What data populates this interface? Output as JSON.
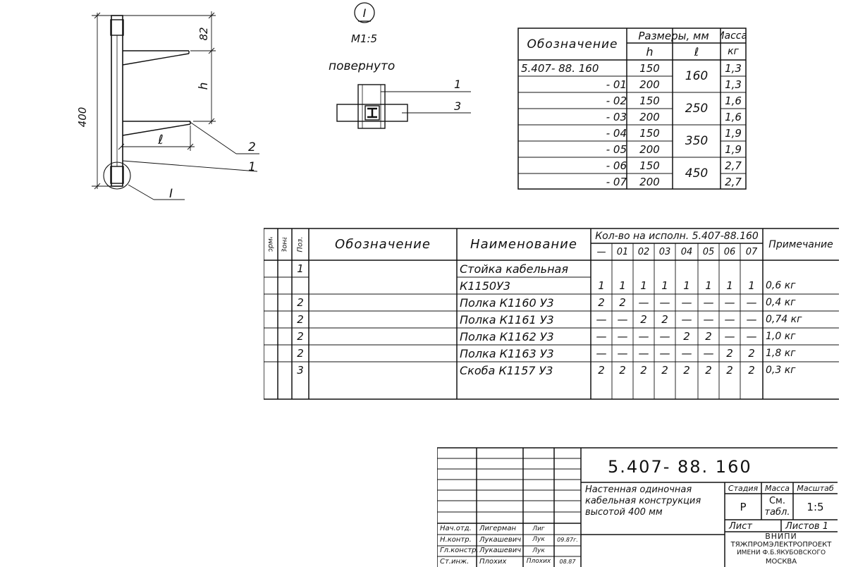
{
  "drawing": {
    "view_marker": "I",
    "scale_label": "M1:5",
    "rotated_label": "повернуто",
    "dim_total": "400",
    "dim_top": "82",
    "dim_h": "h",
    "dim_l": "ℓ",
    "pos_2": "2",
    "pos_1": "1",
    "detail_marker": "I",
    "detail_pos_1": "1",
    "detail_pos_3": "3"
  },
  "sizes_table": {
    "headers": {
      "designation": "Обозначение",
      "sizes": "Размеры, мм",
      "h": "h",
      "l": "ℓ",
      "mass": "Масса,",
      "mass_unit": "кг"
    },
    "rows": [
      {
        "designation": "5.407- 88. 160",
        "h": "150",
        "mass": "1,3"
      },
      {
        "designation": "- 01",
        "h": "200",
        "mass": "1,3"
      },
      {
        "designation": "- 02",
        "h": "150",
        "mass": "1,6"
      },
      {
        "designation": "- 03",
        "h": "200",
        "mass": "1,6"
      },
      {
        "designation": "- 04",
        "h": "150",
        "mass": "1,9"
      },
      {
        "designation": "- 05",
        "h": "200",
        "mass": "1,9"
      },
      {
        "designation": "- 06",
        "h": "150",
        "mass": "2,7"
      },
      {
        "designation": "- 07",
        "h": "200",
        "mass": "2,7"
      }
    ],
    "l_values": [
      "160",
      "250",
      "350",
      "450"
    ]
  },
  "spec_table": {
    "headers": {
      "format": "Формат",
      "zone": "Зона",
      "pos": "Поз.",
      "designation": "Обозначение",
      "name": "Наименование",
      "qty": "Кол-во на исполн. 5.407-88.160",
      "note": "Примечание"
    },
    "variants": [
      "—",
      "01",
      "02",
      "03",
      "04",
      "05",
      "06",
      "07"
    ],
    "rows": [
      {
        "pos": "1",
        "name": "Стойка кабельная",
        "qty": [
          "",
          "",
          "",
          "",
          "",
          "",
          "",
          ""
        ],
        "note": ""
      },
      {
        "pos": "",
        "name": "К1150У3",
        "qty": [
          "1",
          "1",
          "1",
          "1",
          "1",
          "1",
          "1",
          "1"
        ],
        "note": "0,6 кг"
      },
      {
        "pos": "2",
        "name": "Полка К1160 У3",
        "qty": [
          "2",
          "2",
          "—",
          "—",
          "—",
          "—",
          "—",
          "—"
        ],
        "note": "0,4 кг"
      },
      {
        "pos": "2",
        "name": "Полка К1161 У3",
        "qty": [
          "—",
          "—",
          "2",
          "2",
          "—",
          "—",
          "—",
          "—"
        ],
        "note": "0,74 кг"
      },
      {
        "pos": "2",
        "name": "Полка К1162 У3",
        "qty": [
          "—",
          "—",
          "—",
          "—",
          "2",
          "2",
          "—",
          "—"
        ],
        "note": "1,0 кг"
      },
      {
        "pos": "2",
        "name": "Полка К1163 У3",
        "qty": [
          "—",
          "—",
          "—",
          "—",
          "—",
          "—",
          "2",
          "2"
        ],
        "note": "1,8 кг"
      },
      {
        "pos": "3",
        "name": "Скоба К1157 У3",
        "qty": [
          "2",
          "2",
          "2",
          "2",
          "2",
          "2",
          "2",
          "2"
        ],
        "note": "0,3 кг"
      }
    ]
  },
  "title_block": {
    "doc_number": "5.407- 88. 160",
    "title_line1": "Настенная одиночная",
    "title_line2": "кабельная конструкция",
    "title_line3": "высотой 400 мм",
    "stage_header": "Стадия",
    "mass_header": "Масса",
    "scale_header": "Масштаб",
    "stage_value": "Р",
    "mass_value_1": "См.",
    "mass_value_2": "табл.",
    "scale_value": "1:5",
    "sheet_label": "Лист",
    "sheets_label": "Листов 1",
    "org_line1": "ВНИПИ",
    "org_line2": "ТЯЖПРОМЭЛЕКТРОПРОЕКТ",
    "org_line3": "ИМЕНИ Ф.Б.ЯКУБОВСКОГО",
    "org_line4": "МОСКВА",
    "signatures": [
      {
        "role": "Нач.отд.",
        "name": "Лигерман",
        "sign": "Лиг",
        "date": ""
      },
      {
        "role": "Н.контр.",
        "name": "Лукашевич",
        "sign": "Лук",
        "date": "09.87г."
      },
      {
        "role": "Гл.констр.",
        "name": "Лукашевич",
        "sign": "Лук",
        "date": ""
      },
      {
        "role": "Ст.инж.",
        "name": "Плохих",
        "sign": "Плохих",
        "date": "08.87"
      }
    ]
  }
}
